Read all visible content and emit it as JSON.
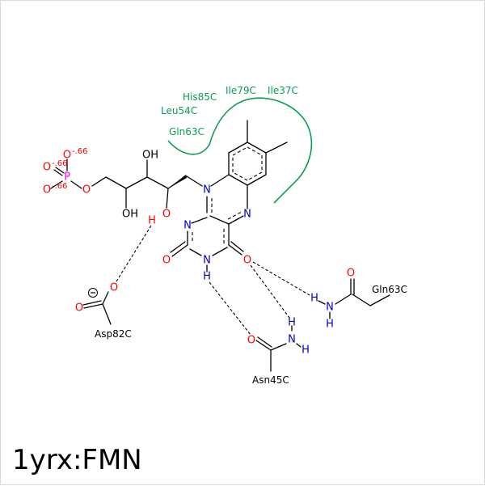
{
  "title": "1yrx:FMN",
  "colors": {
    "oxygen": "#ff0000",
    "nitrogen": "#0000cc",
    "phosphorus": "#ff00ff",
    "carbon_label": "#000000",
    "hydrophobic": "#0a9d55",
    "hbond": "#000000"
  },
  "atoms": {
    "O": "O",
    "N": "N",
    "P": "P",
    "H": "H",
    "OH": "OH",
    "phosphate_charge": "-.66",
    "minus": "−"
  },
  "residues": {
    "asp82": "Asp82C",
    "asn45": "Asn45C",
    "gln63_hbond": "Gln63C"
  },
  "hydrophobic_contacts": [
    "His85C",
    "Ile79C",
    "Ile37C",
    "Leu54C",
    "Gln63C"
  ]
}
